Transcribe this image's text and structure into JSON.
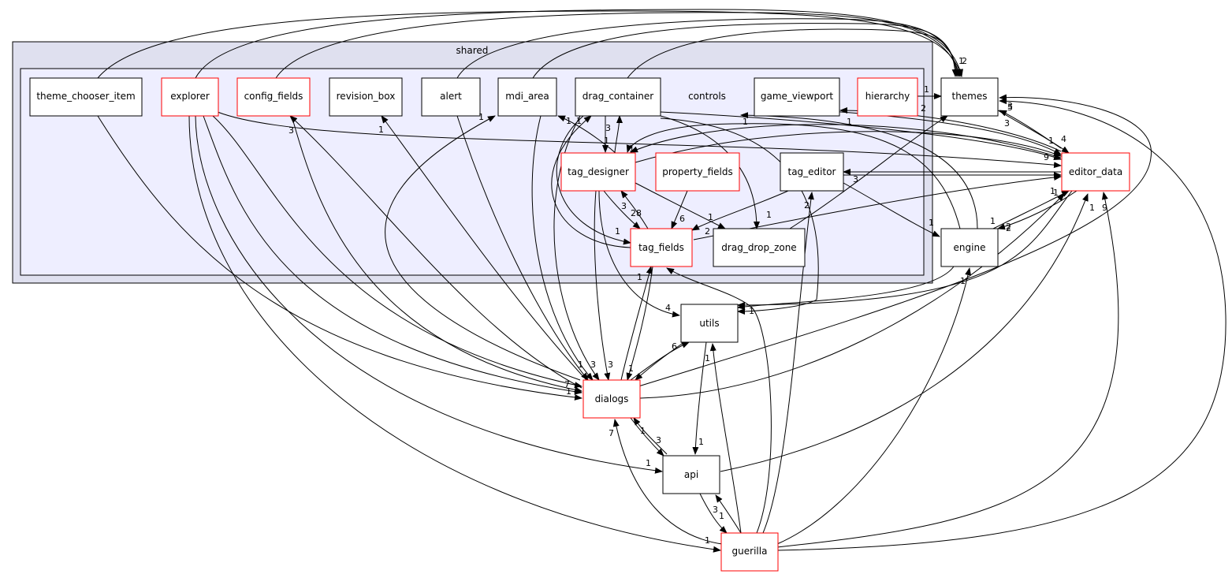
{
  "clusters": {
    "shared": {
      "label": "shared",
      "fill": "#dfe0ef"
    },
    "controls": {
      "label": "controls",
      "fill": "#eeeeff"
    }
  },
  "colors": {
    "border_dir": "#000000",
    "border_module": "#ff0000",
    "edge": "#000000"
  },
  "nodes": {
    "theme_chooser_item": {
      "label": "theme_chooser_item",
      "kind": "plain"
    },
    "explorer": {
      "label": "explorer",
      "kind": "module"
    },
    "config_fields": {
      "label": "config_fields",
      "kind": "module"
    },
    "revision_box": {
      "label": "revision_box",
      "kind": "plain"
    },
    "alert": {
      "label": "alert",
      "kind": "plain"
    },
    "mdi_area": {
      "label": "mdi_area",
      "kind": "plain"
    },
    "drag_container": {
      "label": "drag_container",
      "kind": "plain"
    },
    "game_viewport": {
      "label": "game_viewport",
      "kind": "plain"
    },
    "hierarchy": {
      "label": "hierarchy",
      "kind": "module"
    },
    "themes": {
      "label": "themes",
      "kind": "plain"
    },
    "tag_designer": {
      "label": "tag_designer",
      "kind": "module"
    },
    "property_fields": {
      "label": "property_fields",
      "kind": "module"
    },
    "tag_editor": {
      "label": "tag_editor",
      "kind": "plain"
    },
    "editor_data": {
      "label": "editor_data",
      "kind": "module"
    },
    "tag_fields": {
      "label": "tag_fields",
      "kind": "module"
    },
    "drag_drop_zone": {
      "label": "drag_drop_zone",
      "kind": "plain"
    },
    "engine": {
      "label": "engine",
      "kind": "plain"
    },
    "utils": {
      "label": "utils",
      "kind": "plain"
    },
    "dialogs": {
      "label": "dialogs",
      "kind": "module"
    },
    "api": {
      "label": "api",
      "kind": "plain"
    },
    "guerilla": {
      "label": "guerilla",
      "kind": "module"
    }
  },
  "edge_labels": [
    "1",
    "2",
    "1",
    "3",
    "4",
    "9",
    "2",
    "1",
    "1",
    "1",
    "2",
    "5",
    "3",
    "1",
    "3",
    "1",
    "1",
    "3",
    "28",
    "1",
    "6",
    "1",
    "1",
    "2",
    "2",
    "3",
    "1",
    "1",
    "2",
    "1",
    "1",
    "1",
    "4",
    "1",
    "6",
    "1",
    "1",
    "3",
    "3",
    "1",
    "3",
    "1",
    "7",
    "1",
    "1",
    "7",
    "1",
    "3",
    "1",
    "1",
    "3",
    "1",
    "1",
    "1",
    "1",
    "9",
    "1"
  ]
}
